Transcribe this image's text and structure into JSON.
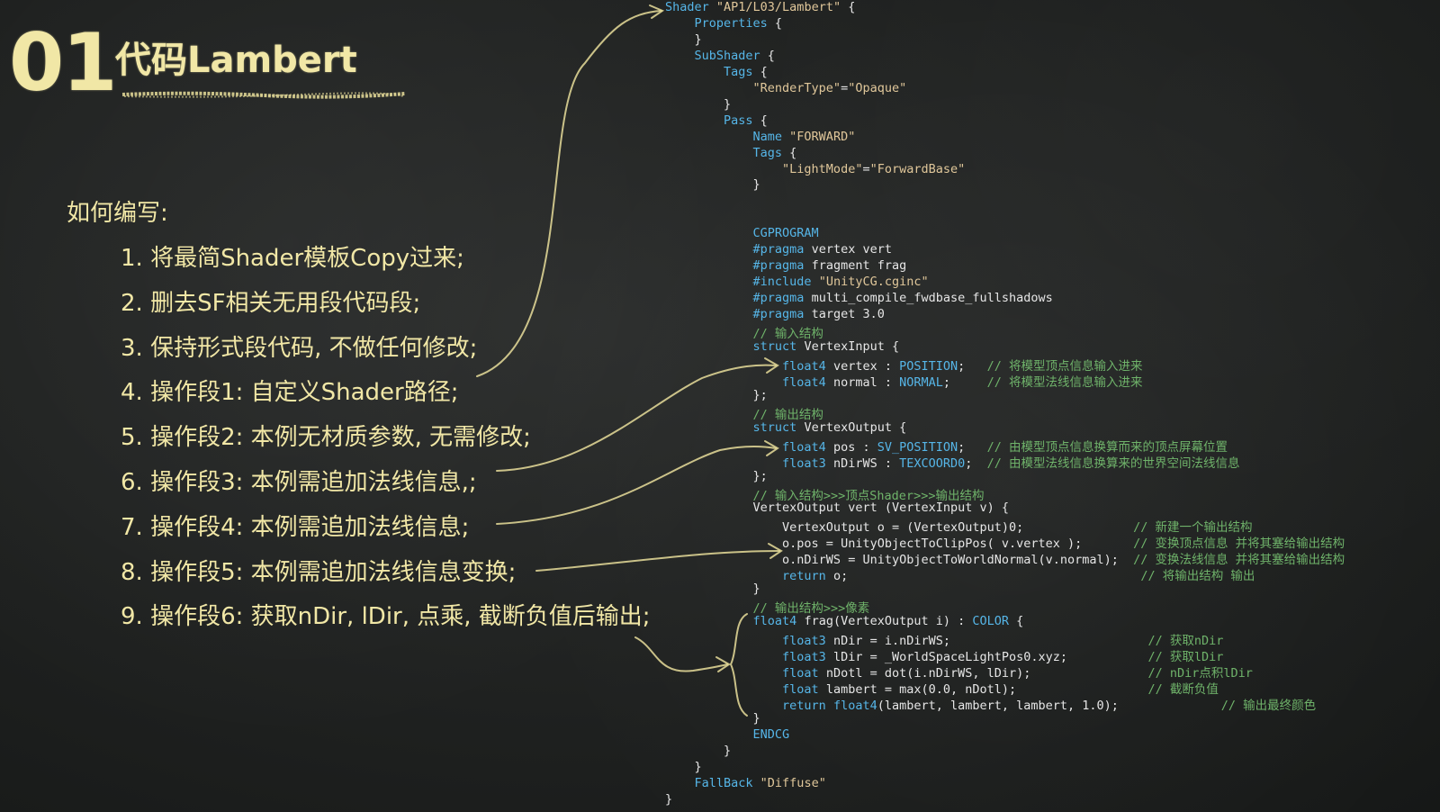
{
  "header": {
    "number": "01",
    "title": "代码Lambert"
  },
  "intro": "如何编写:",
  "steps": [
    "1. 将最简Shader模板Copy过来;",
    "2. 删去SF相关无用段代码段;",
    "3. 保持形式段代码, 不做任何修改;",
    "4. 操作段1:  自定义Shader路径;",
    "5. 操作段2:  本例无材质参数, 无需修改;",
    "6. 操作段3:  本例需追加法线信息,;",
    "7. 操作段4:  本例需追加法线信息;",
    "8. 操作段5:  本例需追加法线信息变换;",
    "9. 操作段6:  获取nDir, lDir, 点乘, 截断负值后输出;"
  ],
  "code": [
    [
      [
        "kw",
        "Shader "
      ],
      [
        "st",
        "\"AP1/L03/Lambert\""
      ],
      [
        "tx",
        " {"
      ]
    ],
    [
      [
        "kw",
        "    Properties"
      ],
      [
        "tx",
        " {"
      ]
    ],
    [
      [
        "tx",
        "    }"
      ]
    ],
    [
      [
        "kw",
        "    SubShader"
      ],
      [
        "tx",
        " {"
      ]
    ],
    [
      [
        "kw",
        "        Tags"
      ],
      [
        "tx",
        " {"
      ]
    ],
    [
      [
        "st",
        "            \"RenderType\""
      ],
      [
        "tx",
        "="
      ],
      [
        "st",
        "\"Opaque\""
      ]
    ],
    [
      [
        "tx",
        "        }"
      ]
    ],
    [
      [
        "kw",
        "        Pass"
      ],
      [
        "tx",
        " {"
      ]
    ],
    [
      [
        "kw",
        "            Name "
      ],
      [
        "st",
        "\"FORWARD\""
      ]
    ],
    [
      [
        "kw",
        "            Tags"
      ],
      [
        "tx",
        " {"
      ]
    ],
    [
      [
        "st",
        "                \"LightMode\""
      ],
      [
        "tx",
        "="
      ],
      [
        "st",
        "\"ForwardBase\""
      ]
    ],
    [
      [
        "tx",
        "            }"
      ]
    ],
    [
      [
        "tx",
        ""
      ]
    ],
    [
      [
        "tx",
        ""
      ]
    ],
    [
      [
        "kw",
        "            CGPROGRAM"
      ]
    ],
    [
      [
        "kw",
        "            #pragma"
      ],
      [
        "tx",
        " vertex vert"
      ]
    ],
    [
      [
        "kw",
        "            #pragma"
      ],
      [
        "tx",
        " fragment frag"
      ]
    ],
    [
      [
        "kw",
        "            #include "
      ],
      [
        "st",
        "\"UnityCG.cginc\""
      ]
    ],
    [
      [
        "kw",
        "            #pragma"
      ],
      [
        "tx",
        " multi_compile_fwdbase_fullshadows"
      ]
    ],
    [
      [
        "kw",
        "            #pragma"
      ],
      [
        "tx",
        " target 3.0"
      ]
    ],
    [
      [
        "cm",
        "            // 输入结构"
      ]
    ],
    [
      [
        "kw",
        "            struct"
      ],
      [
        "tx",
        " VertexInput {"
      ]
    ],
    [
      [
        "ty",
        "                float4"
      ],
      [
        "tx",
        " vertex : "
      ],
      [
        "kw",
        "POSITION"
      ],
      [
        "tx",
        ";   "
      ],
      [
        "cm",
        "// 将模型顶点信息输入进来"
      ]
    ],
    [
      [
        "ty",
        "                float4"
      ],
      [
        "tx",
        " normal : "
      ],
      [
        "kw",
        "NORMAL"
      ],
      [
        "tx",
        ";     "
      ],
      [
        "cm",
        "// 将模型法线信息输入进来"
      ]
    ],
    [
      [
        "tx",
        "            };"
      ]
    ],
    [
      [
        "cm",
        "            // 输出结构"
      ]
    ],
    [
      [
        "kw",
        "            struct"
      ],
      [
        "tx",
        " VertexOutput {"
      ]
    ],
    [
      [
        "ty",
        "                float4"
      ],
      [
        "tx",
        " pos : "
      ],
      [
        "kw",
        "SV_POSITION"
      ],
      [
        "tx",
        ";   "
      ],
      [
        "cm",
        "// 由模型顶点信息换算而来的顶点屏幕位置"
      ]
    ],
    [
      [
        "ty",
        "                float3"
      ],
      [
        "tx",
        " nDirWS : "
      ],
      [
        "kw",
        "TEXCOORD0"
      ],
      [
        "tx",
        ";  "
      ],
      [
        "cm",
        "// 由模型法线信息换算来的世界空间法线信息"
      ]
    ],
    [
      [
        "tx",
        "            };"
      ]
    ],
    [
      [
        "cm",
        "            // 输入结构>>>顶点Shader>>>输出结构"
      ]
    ],
    [
      [
        "tx",
        "            VertexOutput vert (VertexInput v) {"
      ]
    ],
    [
      [
        "tx",
        "                VertexOutput o = (VertexOutput)0;               "
      ],
      [
        "cm",
        "// 新建一个输出结构"
      ]
    ],
    [
      [
        "tx",
        "                o.pos = UnityObjectToClipPos( v.vertex );       "
      ],
      [
        "cm",
        "// 变换顶点信息 并将其塞给输出结构"
      ]
    ],
    [
      [
        "tx",
        "                o.nDirWS = UnityObjectToWorldNormal(v.normal);  "
      ],
      [
        "cm",
        "// 变换法线信息 并将其塞给输出结构"
      ]
    ],
    [
      [
        "kw",
        "                return"
      ],
      [
        "tx",
        " o;                                        "
      ],
      [
        "cm",
        "// 将输出结构 输出"
      ]
    ],
    [
      [
        "tx",
        "            }"
      ]
    ],
    [
      [
        "cm",
        "            // 输出结构>>>像素"
      ]
    ],
    [
      [
        "ty",
        "            float4"
      ],
      [
        "tx",
        " frag(VertexOutput i) : "
      ],
      [
        "kw",
        "COLOR"
      ],
      [
        "tx",
        " {"
      ]
    ],
    [
      [
        "ty",
        "                float3"
      ],
      [
        "tx",
        " nDir = i.nDirWS;                           "
      ],
      [
        "cm",
        "// 获取nDir"
      ]
    ],
    [
      [
        "ty",
        "                float3"
      ],
      [
        "tx",
        " lDir = _WorldSpaceLightPos0.xyz;           "
      ],
      [
        "cm",
        "// 获取lDir"
      ]
    ],
    [
      [
        "ty",
        "                float"
      ],
      [
        "tx",
        " nDotl = dot(i.nDirWS, lDir);                "
      ],
      [
        "cm",
        "// nDir点积lDir"
      ]
    ],
    [
      [
        "ty",
        "                float"
      ],
      [
        "tx",
        " lambert = max(0.0, nDotl);                  "
      ],
      [
        "cm",
        "// 截断负值"
      ]
    ],
    [
      [
        "kw",
        "                return"
      ],
      [
        "ty",
        " float4"
      ],
      [
        "tx",
        "(lambert, lambert, lambert, 1.0);              "
      ],
      [
        "cm",
        "// 输出最终颜色"
      ]
    ],
    [
      [
        "tx",
        "            }"
      ]
    ],
    [
      [
        "kw",
        "            ENDCG"
      ]
    ],
    [
      [
        "tx",
        "        }"
      ]
    ],
    [
      [
        "tx",
        "    }"
      ]
    ],
    [
      [
        "kw",
        "    FallBack "
      ],
      [
        "st",
        "\"Diffuse\""
      ]
    ],
    [
      [
        "tx",
        "}"
      ]
    ]
  ]
}
